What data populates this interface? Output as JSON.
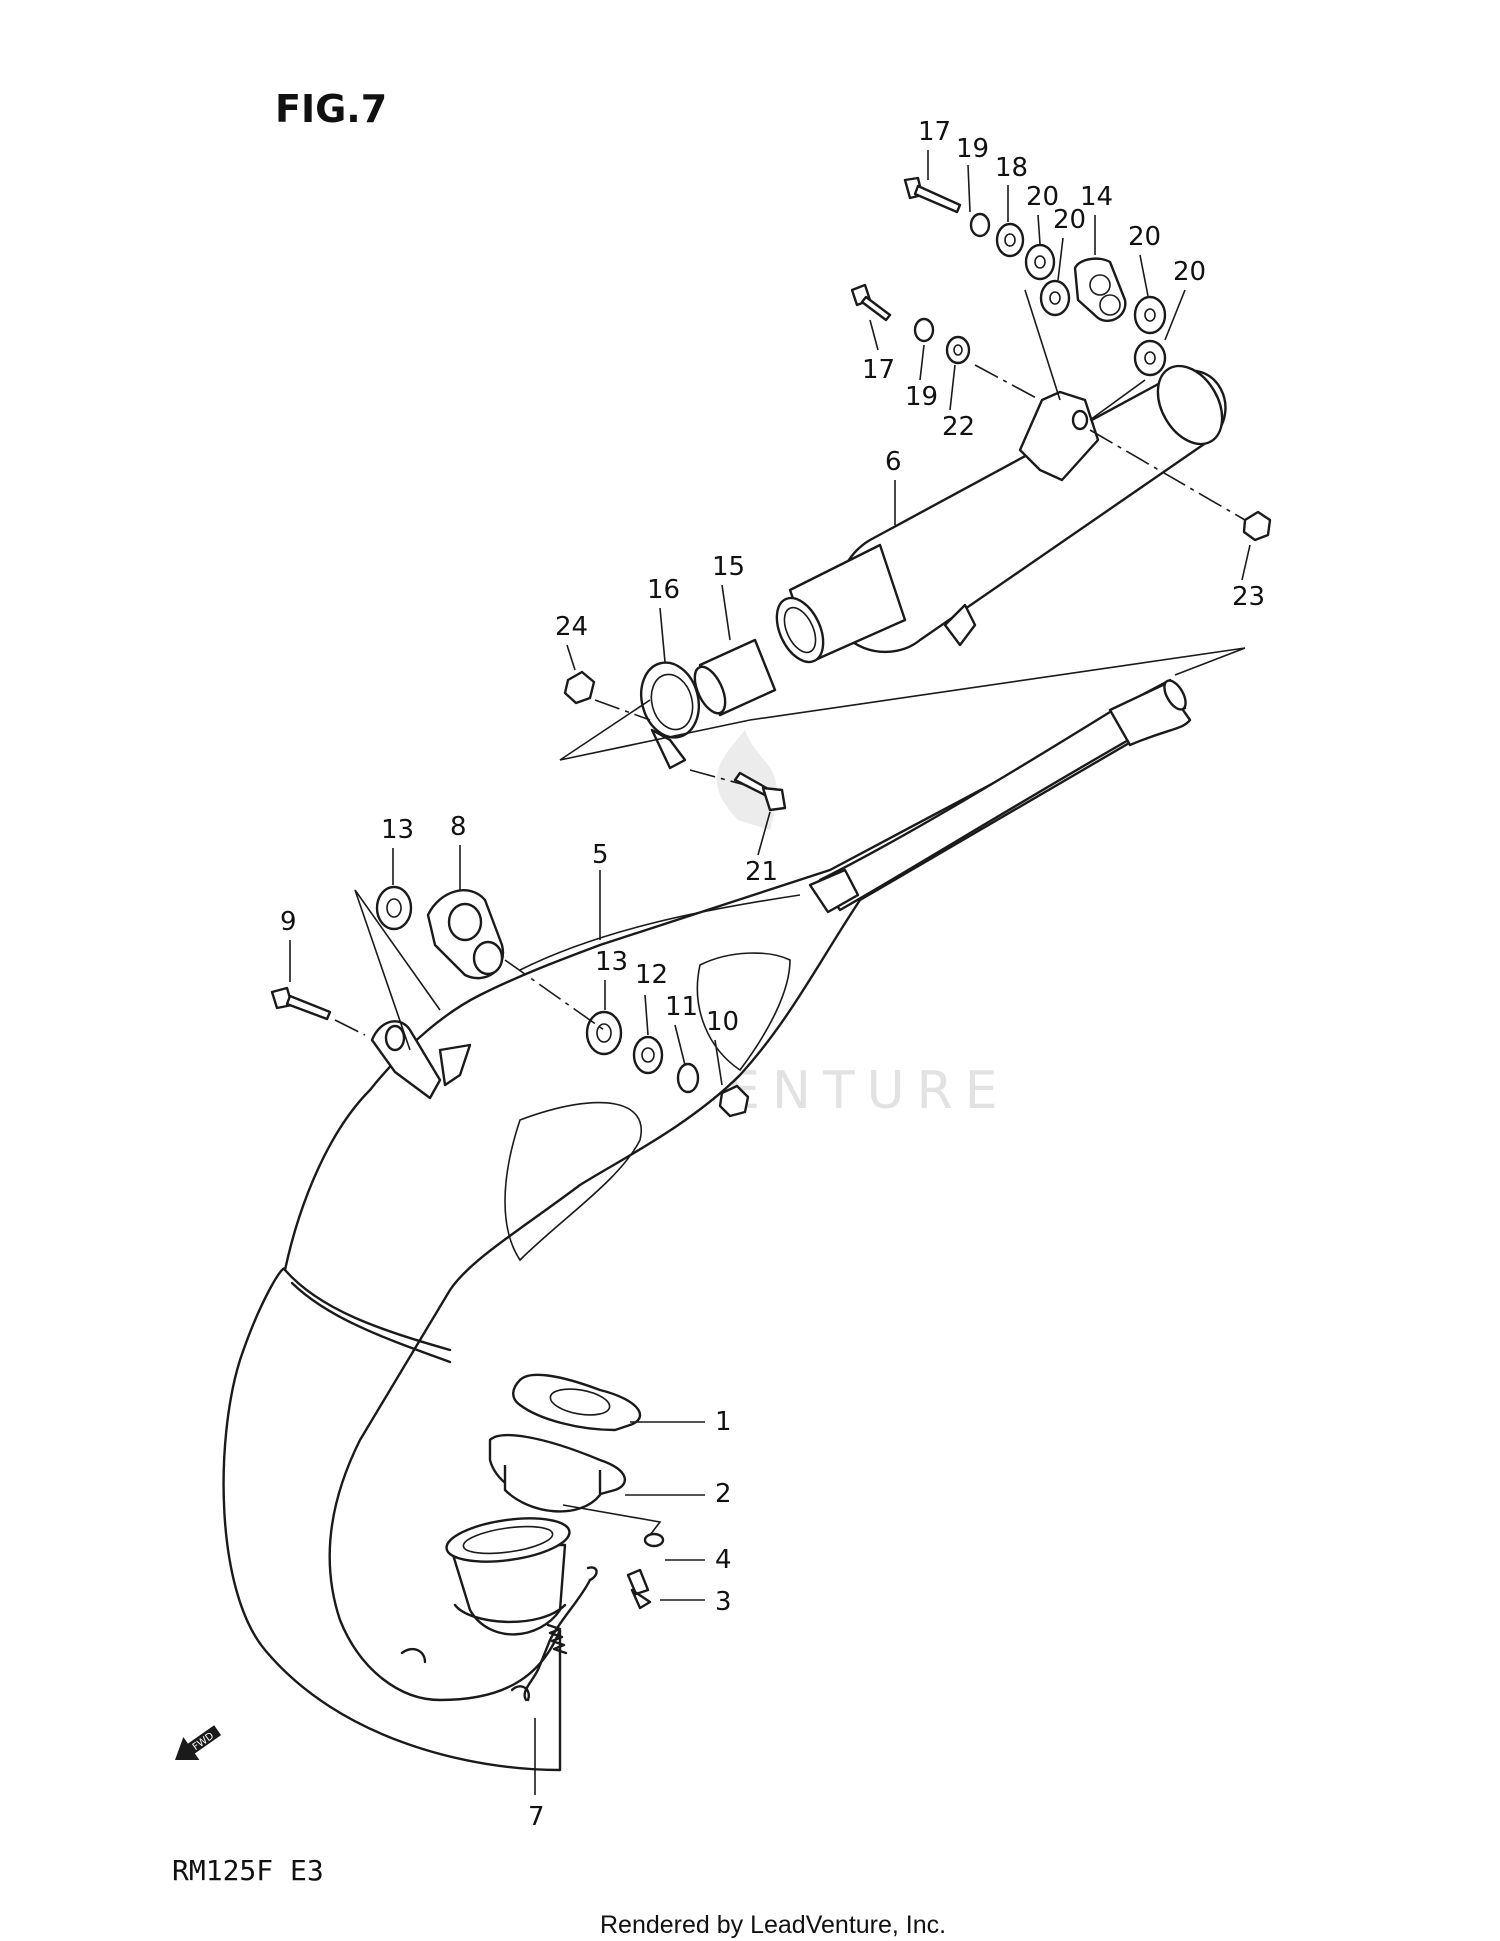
{
  "figure": {
    "title": "FIG.7",
    "model_code": "RM125F  E3",
    "footer": "Rendered by LeadVenture, Inc.",
    "watermark": "LEADVENTURE",
    "fwd_marker": "FWD"
  },
  "callouts": {
    "c1": "1",
    "c2": "2",
    "c3": "3",
    "c4": "4",
    "c5": "5",
    "c6": "6",
    "c7": "7",
    "c8": "8",
    "c9": "9",
    "c10": "10",
    "c11": "11",
    "c12": "12",
    "c13a": "13",
    "c13b": "13",
    "c14": "14",
    "c15": "15",
    "c16": "16",
    "c17a": "17",
    "c17b": "17",
    "c18": "18",
    "c19a": "19",
    "c19b": "19",
    "c20a": "20",
    "c20b": "20",
    "c20c": "20",
    "c20d": "20",
    "c21": "21",
    "c22": "22",
    "c23": "23",
    "c24": "24"
  }
}
